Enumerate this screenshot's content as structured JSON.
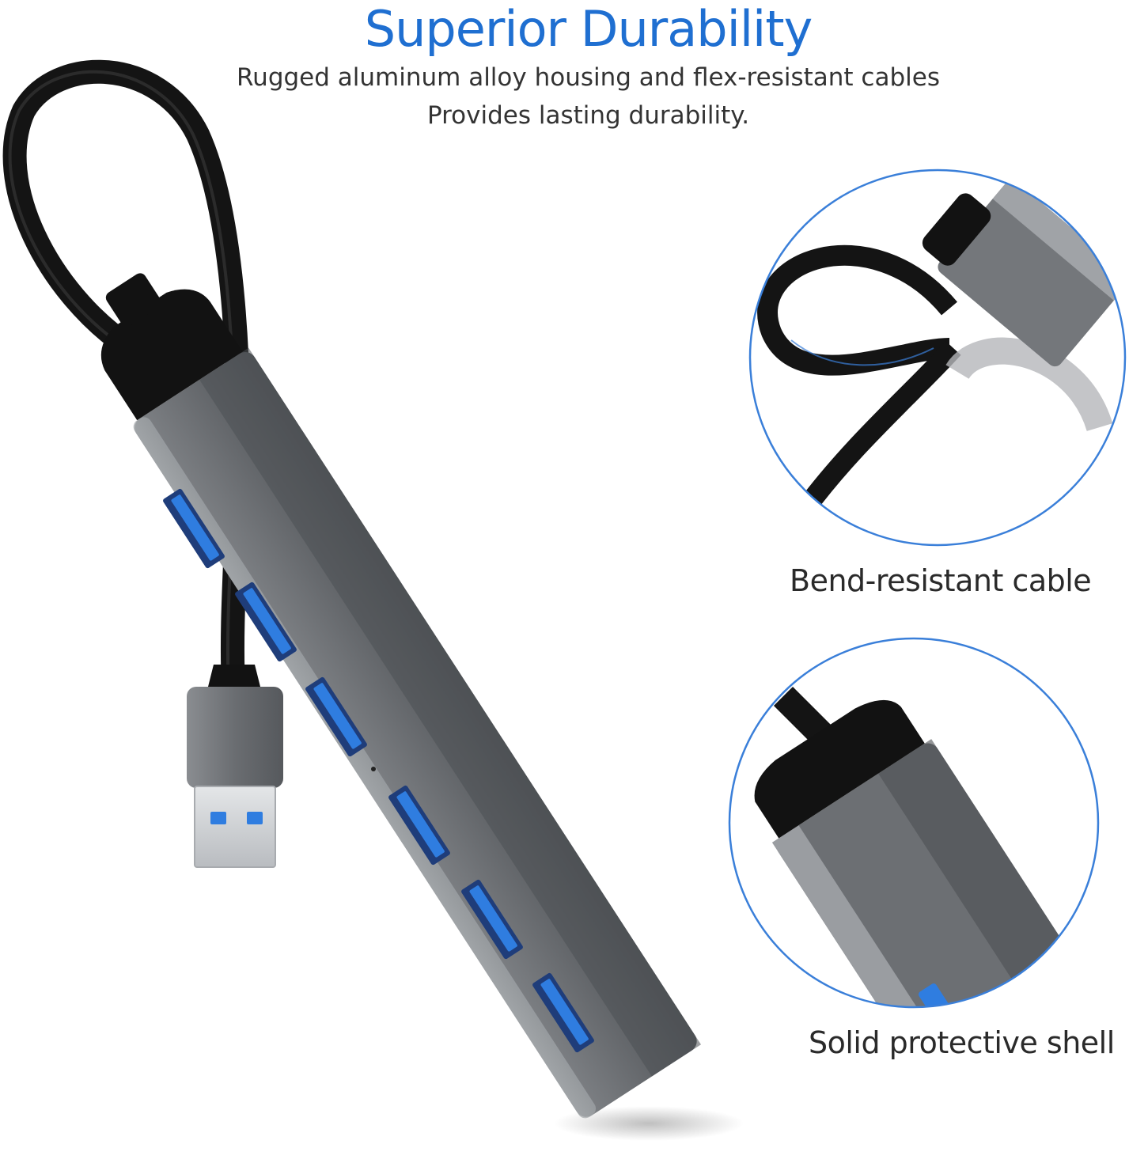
{
  "heading": {
    "title": "Superior Durability",
    "subtitle_line1": "Rugged aluminum alloy housing and flex-resistant cables",
    "subtitle_line2": "Provides lasting durability."
  },
  "features": [
    {
      "caption": "Bend-resistant cable"
    },
    {
      "caption": "Solid protective shell"
    }
  ],
  "colors": {
    "title": "#1f6fd1",
    "circle_outline": "#3a7fd9",
    "housing": "#6e7175",
    "port_blue": "#2f7de0",
    "cable": "#1b1b1b"
  }
}
